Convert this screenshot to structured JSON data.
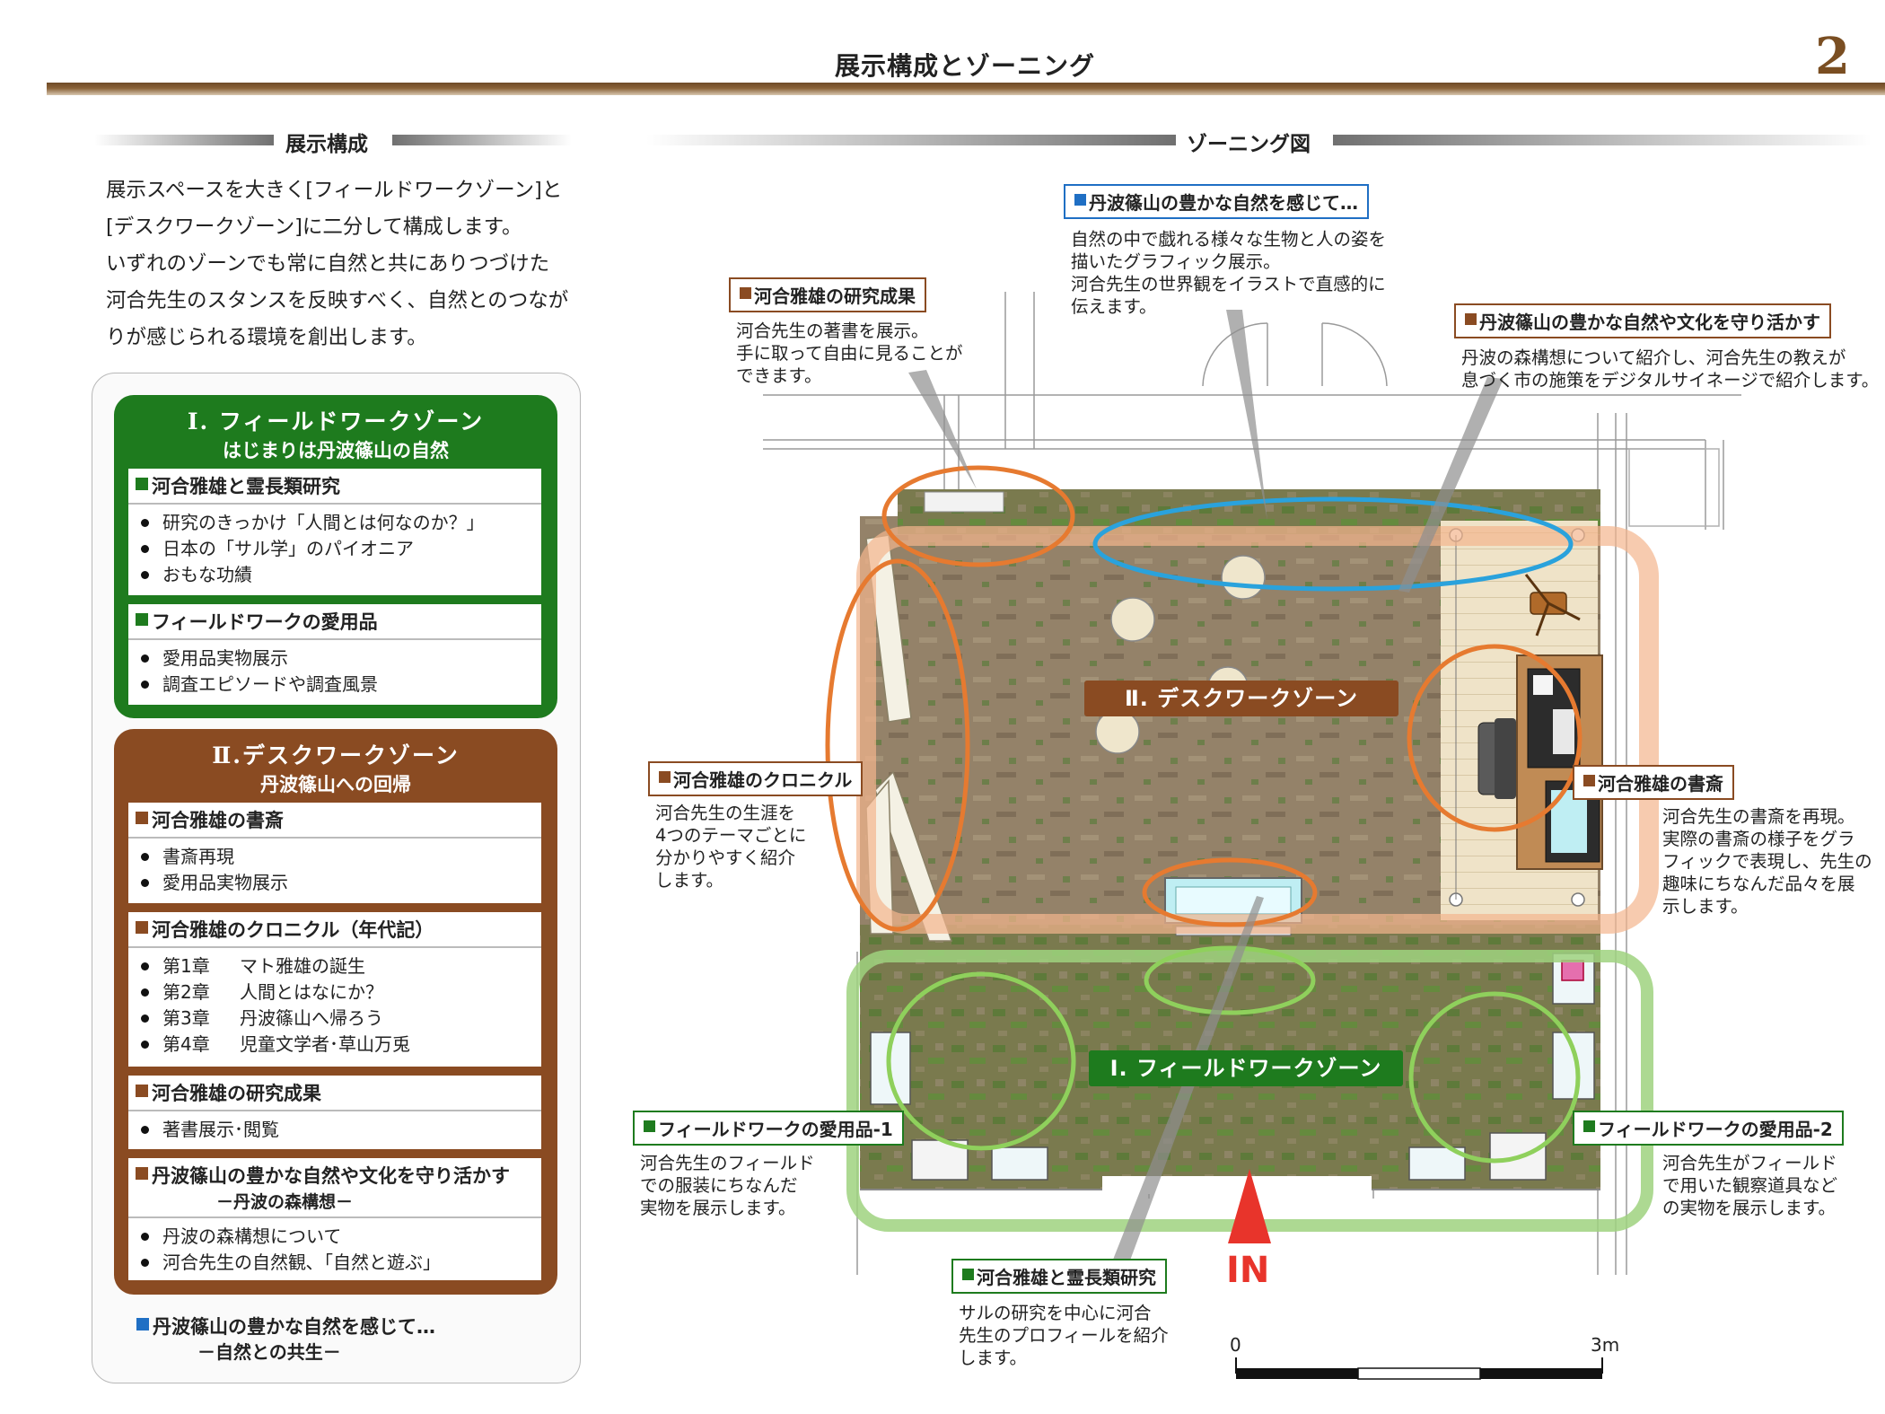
{
  "header": {
    "title": "展示構成とゾーニング",
    "page_number": "2"
  },
  "left_section": {
    "title": "展示構成",
    "intro_lines": [
      "展示スペースを大きく[フィールドワークゾーン]と",
      "[デスクワークゾーン]に二分して構成します。",
      "いずれのゾーンでも常に自然と共にありつづけた",
      "河合先生のスタンスを反映すべく、自然とのつなが",
      "りが感じられる環境を創出します。"
    ]
  },
  "zone1": {
    "title": "Ⅰ. フィールドワークゾーン",
    "subtitle": "はじまりは丹波篠山の自然",
    "color": "#1e7b1e",
    "groups": [
      {
        "title": "河合雅雄と霊長類研究",
        "items": [
          "研究のきっかけ「人間とは何なのか？」",
          "日本の「サル学」のパイオニア",
          "おもな功績"
        ]
      },
      {
        "title": "フィールドワークの愛用品",
        "items": [
          "愛用品実物展示",
          "調査エピソードや調査風景"
        ]
      }
    ]
  },
  "zone2": {
    "title": "Ⅱ.デスクワークゾーン",
    "subtitle": "丹波篠山への回帰",
    "color": "#8a4b22",
    "groups": [
      {
        "title": "河合雅雄の書斎",
        "items": [
          "書斎再現",
          "愛用品実物展示"
        ]
      },
      {
        "title": "河合雅雄のクロニクル（年代記）",
        "chapters": [
          {
            "num": "第1章",
            "text": "マト雅雄の誕生"
          },
          {
            "num": "第2章",
            "text": "人間とはなにか？"
          },
          {
            "num": "第3章",
            "text": "丹波篠山へ帰ろう"
          },
          {
            "num": "第4章",
            "text": "児童文学者･草山万兎"
          }
        ]
      },
      {
        "title": "河合雅雄の研究成果",
        "items": [
          "著書展示･閲覧"
        ]
      },
      {
        "title": "丹波篠山の豊かな自然や文化を守り活かす",
        "subtitle": "－丹波の森構想－",
        "items": [
          "丹波の森構想について",
          "河合先生の自然観､「自然と遊ぶ」"
        ]
      }
    ]
  },
  "nature_note": {
    "title": "丹波篠山の豊かな自然を感じて…",
    "subtitle": "－自然との共生－",
    "color": "#1f6fc4"
  },
  "zoning": {
    "title": "ゾーニング図",
    "zone_tags": {
      "desk": "Ⅱ. デスクワークゾーン",
      "field": "Ⅰ. フィールドワークゾーン"
    },
    "entrance": "IN",
    "scale": {
      "start": "0",
      "end": "3m"
    },
    "callouts": {
      "nature": {
        "title": "丹波篠山の豊かな自然を感じて…",
        "lines": [
          "自然の中で戯れる様々な生物と人の姿を",
          "描いたグラフィック展示。",
          "河合先生の世界観をイラストで直感的に",
          "伝えます。"
        ]
      },
      "research": {
        "title": "河合雅雄の研究成果",
        "lines": [
          "河合先生の著書を展示。",
          "手に取って自由に見ることが",
          "できます。"
        ]
      },
      "forest": {
        "title": "丹波篠山の豊かな自然や文化を守り活かす",
        "lines": [
          "丹波の森構想について紹介し、河合先生の教えが",
          "息づく市の施策をデジタルサイネージで紹介します。"
        ]
      },
      "chronicle": {
        "title": "河合雅雄のクロニクル",
        "lines": [
          "河合先生の生涯を",
          "4つのテーマごとに",
          "分かりやすく紹介",
          "します。"
        ]
      },
      "study": {
        "title": "河合雅雄の書斎",
        "lines": [
          "河合先生の書斎を再現。",
          "実際の書斎の様子をグラ",
          "フィックで表現し、先生の",
          "趣味にちなんだ品々を展",
          "示します。"
        ]
      },
      "tools1": {
        "title": "フィールドワークの愛用品-1",
        "lines": [
          "河合先生のフィールド",
          "での服装にちなんだ",
          "実物を展示します。"
        ]
      },
      "tools2": {
        "title": "フィールドワークの愛用品-2",
        "lines": [
          "河合先生がフィールド",
          "で用いた観察道具など",
          "の実物を展示します。"
        ]
      },
      "primate": {
        "title": "河合雅雄と霊長類研究",
        "lines": [
          "サルの研究を中心に河合",
          "先生のプロフィールを紹介",
          "します。"
        ]
      }
    }
  }
}
